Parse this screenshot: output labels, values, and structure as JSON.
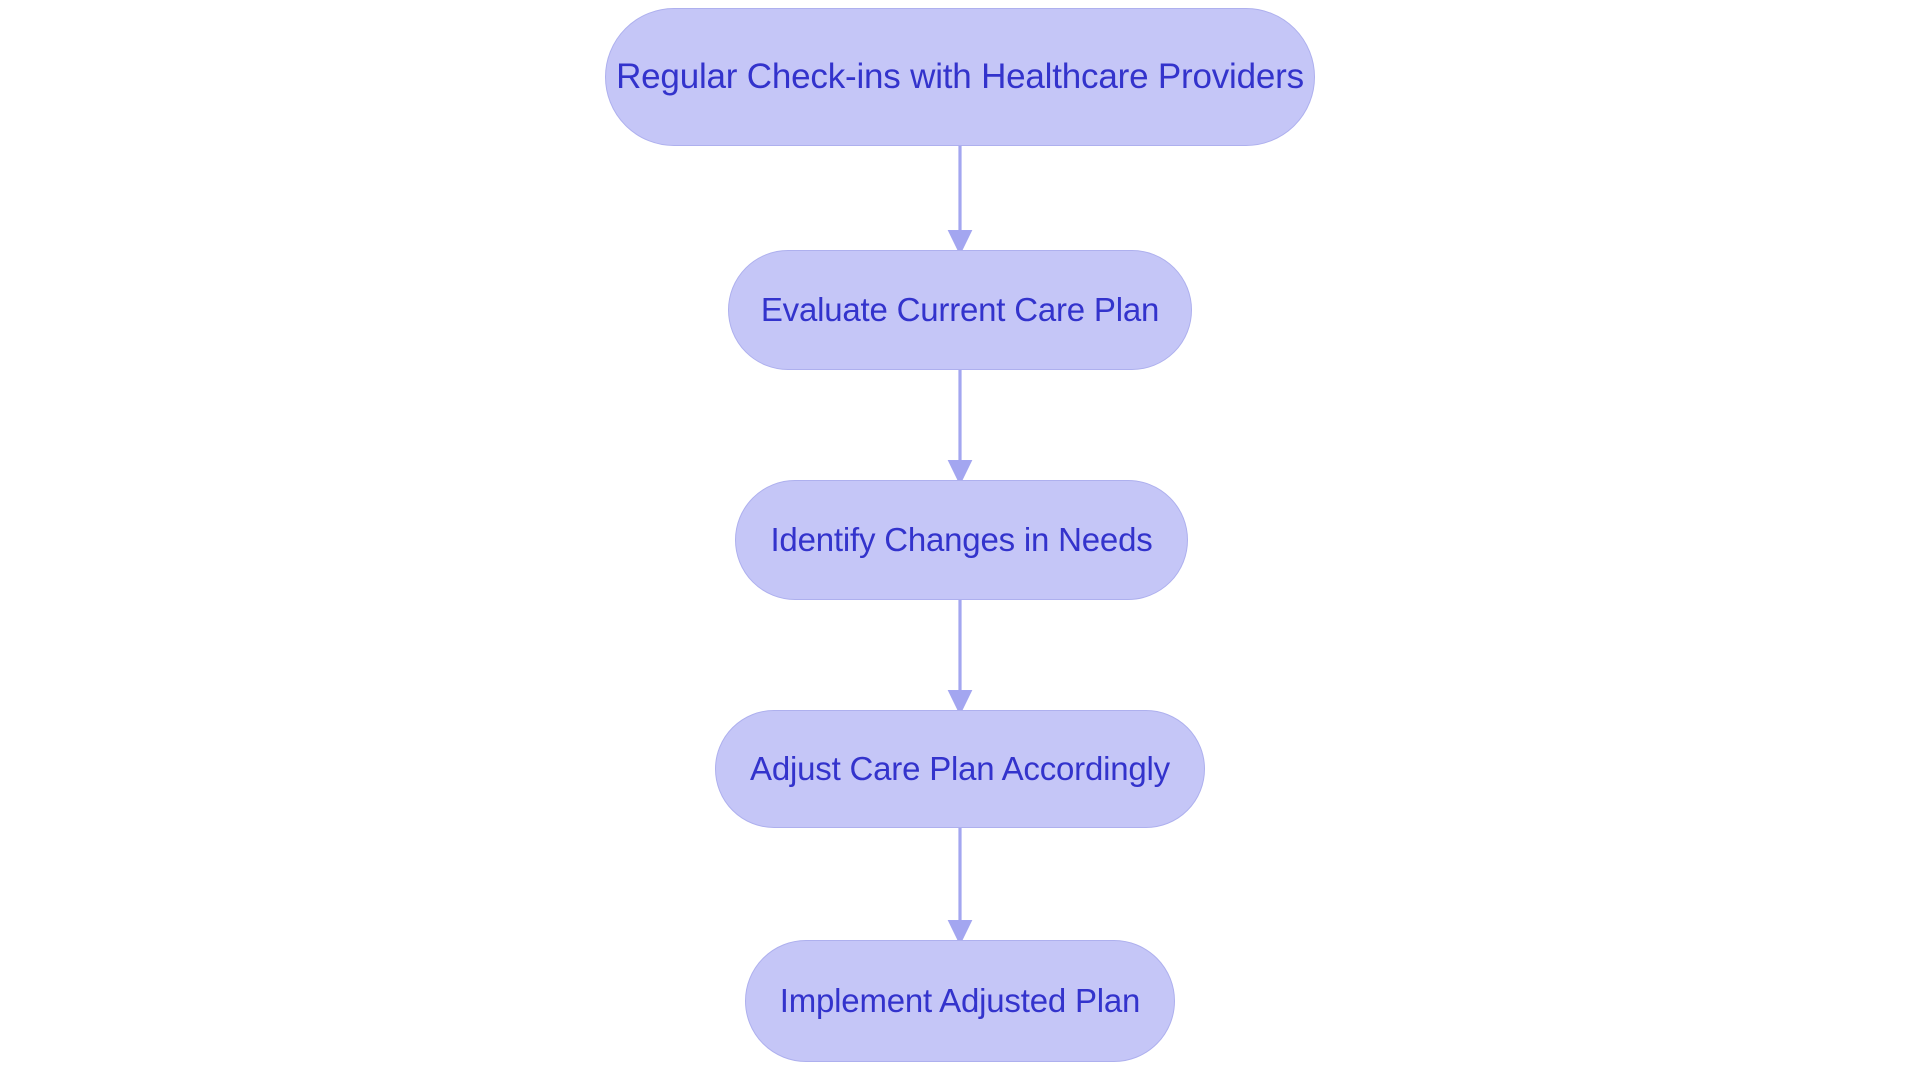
{
  "diagram": {
    "type": "flowchart",
    "orientation": "vertical-top-to-bottom",
    "title": "",
    "background_color": "#ffffff",
    "node_style": {
      "shape": "pill",
      "fill_color": "#c5c6f7",
      "border_color": "#aeb0ee",
      "text_color": "#3333cc"
    },
    "edge_style": {
      "line_color": "#a3a6f0",
      "arrowhead": "filled-triangle-down",
      "arrow_color": "#a3a6f0"
    },
    "nodes": [
      {
        "id": "n0",
        "label": "Regular Check-ins with Healthcare Providers"
      },
      {
        "id": "n1",
        "label": "Evaluate Current Care Plan"
      },
      {
        "id": "n2",
        "label": "Identify Changes in Needs"
      },
      {
        "id": "n3",
        "label": "Adjust Care Plan Accordingly"
      },
      {
        "id": "n4",
        "label": "Implement Adjusted Plan"
      }
    ],
    "edges": [
      {
        "from": "n0",
        "to": "n1",
        "label": ""
      },
      {
        "from": "n1",
        "to": "n2",
        "label": ""
      },
      {
        "from": "n2",
        "to": "n3",
        "label": ""
      },
      {
        "from": "n3",
        "to": "n4",
        "label": ""
      }
    ]
  }
}
